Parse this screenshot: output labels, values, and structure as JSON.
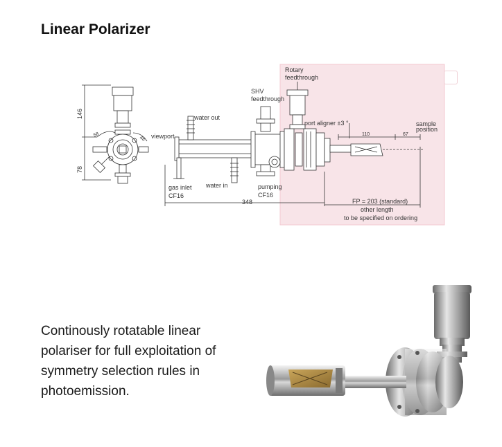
{
  "page": {
    "title": "Linear Polarizer",
    "description": "Continously rotatable linear polariser for full exploitation of symmetry selection rules in photoemission."
  },
  "drawing": {
    "labels": {
      "rotary": "Rotary",
      "feedthrough": "feedthrough",
      "shv": "SHV",
      "shv_feedthrough": "feedthrough",
      "water_out": "water out",
      "water_in": "water in",
      "viewport": "viewport",
      "gas_inlet": "gas inlet",
      "gas_inlet_cf": "CF16",
      "pumping": "pumping",
      "pumping_cf": "CF16",
      "port_aligner": "port aligner ±3 °",
      "sample": "sample",
      "position": "position",
      "fp": "FP = 203 (standard)",
      "other_length": "other length",
      "specify": "to be specified on ordering"
    },
    "dimensions": {
      "d146": "146",
      "d78": "78",
      "d58": "58",
      "d48": "48",
      "d348": "348",
      "d110": "110",
      "d67": "67"
    },
    "colors": {
      "highlight": "#f8e4e8",
      "highlight_border": "#f3c9d1",
      "line": "#333333"
    }
  },
  "icons": {
    "expand": "expand-icon"
  }
}
